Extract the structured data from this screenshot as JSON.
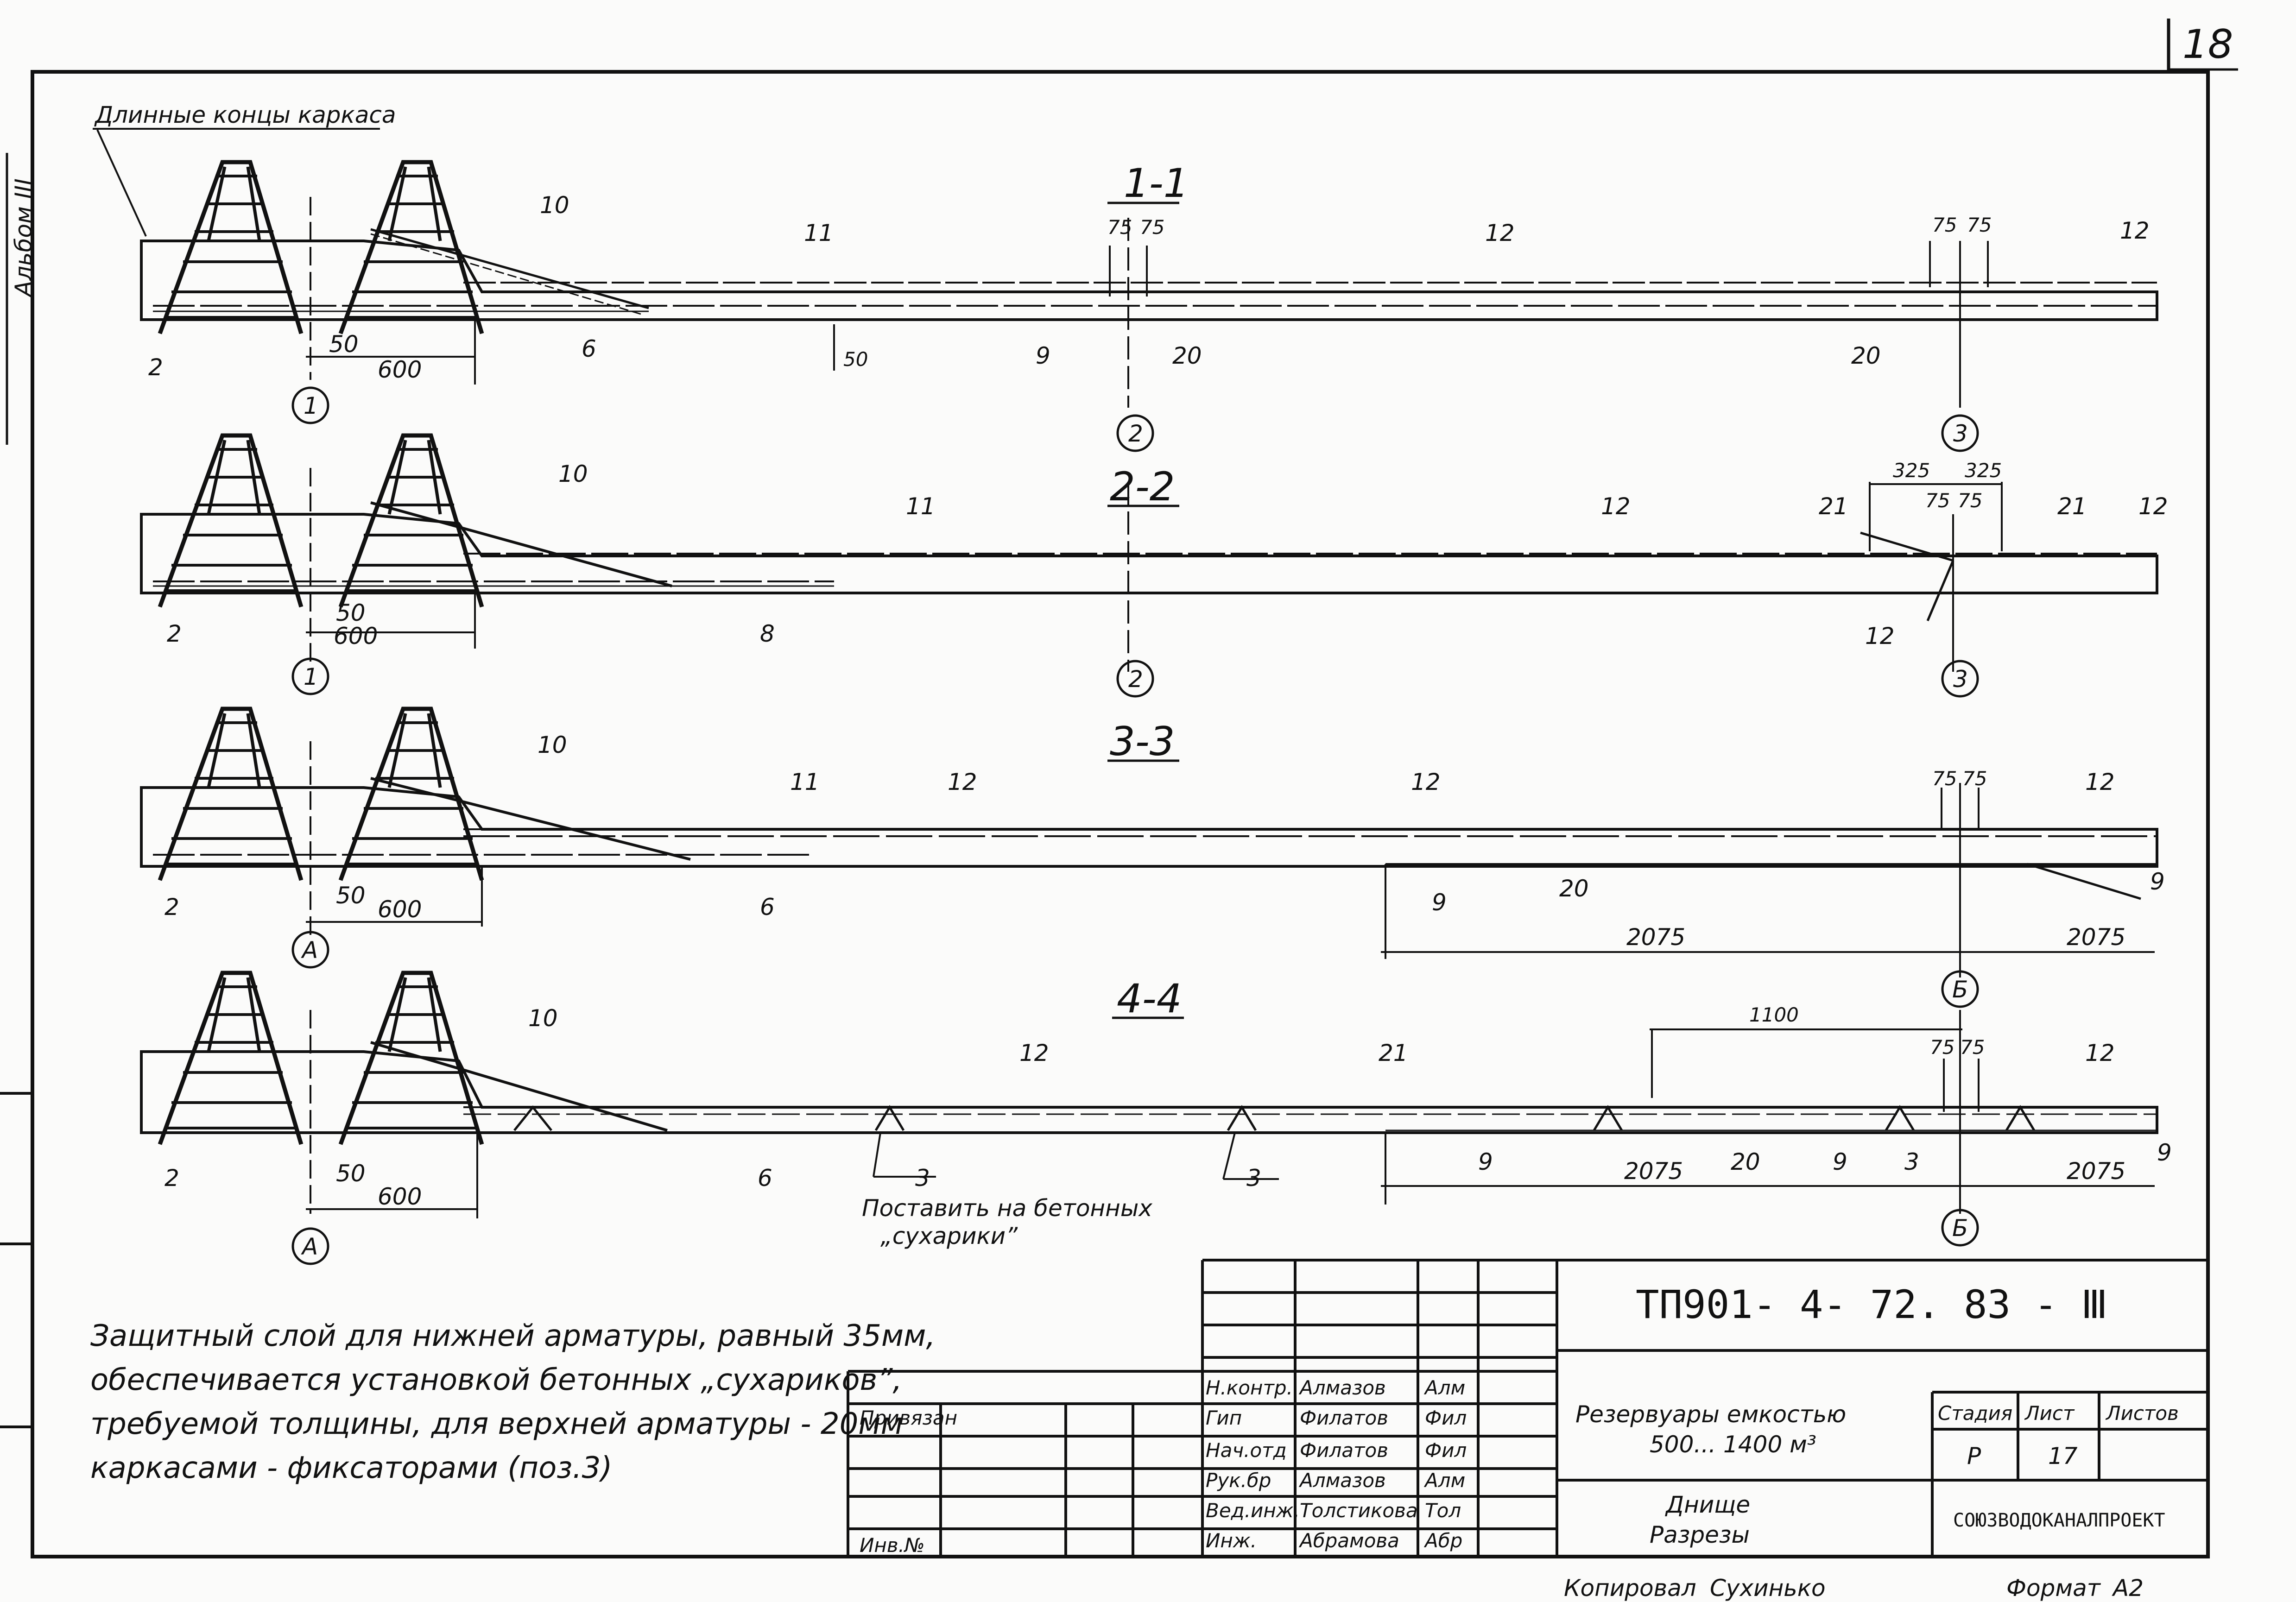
{
  "page_number": "18",
  "side_stamp": "Альбом III",
  "top_note": "Длинные концы каркаса",
  "sections": [
    {
      "id": "s1",
      "title": "1-1",
      "left_dims": [
        "50",
        "600"
      ],
      "axis_left": "1",
      "axis_mid": "2",
      "axis_right": "3",
      "mid_dims": [
        "75",
        "75"
      ],
      "right_dims": [
        "75",
        "75"
      ],
      "extra_dim": "50",
      "labels": [
        "10",
        "11",
        "12",
        "12",
        "2",
        "6",
        "9",
        "20",
        "20"
      ]
    },
    {
      "id": "s2",
      "title": "2-2",
      "left_dims": [
        "50",
        "600"
      ],
      "axis_left": "1",
      "axis_mid": "2",
      "axis_right": "3",
      "right_dims": [
        "325",
        "325",
        "75",
        "75"
      ],
      "labels": [
        "10",
        "11",
        "12",
        "21",
        "21",
        "12",
        "2",
        "8",
        "12"
      ]
    },
    {
      "id": "s3",
      "title": "3-3",
      "left_dims": [
        "50",
        "600"
      ],
      "axis_left": "А",
      "axis_right": "Б",
      "right_dims": [
        "75",
        "75"
      ],
      "span_dims": [
        "2075",
        "2075"
      ],
      "labels": [
        "10",
        "11",
        "12",
        "12",
        "12",
        "2",
        "6",
        "9",
        "20",
        "9"
      ]
    },
    {
      "id": "s4",
      "title": "4-4",
      "left_dims": [
        "50",
        "600"
      ],
      "axis_left": "А",
      "axis_right": "Б",
      "right_dims": [
        "75",
        "75"
      ],
      "top_dim": "1100",
      "span_dims": [
        "2075",
        "2075"
      ],
      "labels": [
        "10",
        "12",
        "21",
        "12",
        "2",
        "6",
        "3",
        "3",
        "9",
        "20",
        "9",
        "3",
        "9"
      ]
    }
  ],
  "cubes_note_1": "Поставить на бетонных",
  "cubes_note_2": "„сухарики”",
  "notes": [
    "Защитный слой для нижней арматуры, равный 35мм,",
    "обеспечивается установкой бетонных „сухариков”,",
    "требуемой толщины, для верхней арматуры - 20мм",
    "каркасами - фиксаторами (поз.3)"
  ],
  "title_block": {
    "code": "ТП901- 4- 72. 83 - Ⅲ",
    "binding": "Привязан",
    "inv": "Инв.№",
    "staff": [
      {
        "role": "Н.контр.",
        "name": "Алмазов",
        "sign": "Алм"
      },
      {
        "role": "Гип",
        "name": "Филатов",
        "sign": "Фил"
      },
      {
        "role": "Нач.отд",
        "name": "Филатов",
        "sign": "Фил"
      },
      {
        "role": "Рук.бр",
        "name": "Алмазов",
        "sign": "Алм"
      },
      {
        "role": "Вед.инж.",
        "name": "Толстикова",
        "sign": "Тол"
      },
      {
        "role": "Инж.",
        "name": "Абрамова",
        "sign": "Абр"
      }
    ],
    "object_1": "Резервуары емкостью",
    "object_2": "500... 1400 м³",
    "sheet_title_1": "Днище",
    "sheet_title_2": "Разрезы",
    "stage_label": "Стадия",
    "sheet_label": "Лист",
    "sheets_label": "Листов",
    "stage_value": "Р",
    "sheet_value": "17",
    "organization": "СОЮЗВОДОКАНАЛПРОЕКТ"
  },
  "footer": {
    "copied": "Копировал",
    "copier": "Сухинько",
    "format": "Формат",
    "format_value": "А2"
  }
}
